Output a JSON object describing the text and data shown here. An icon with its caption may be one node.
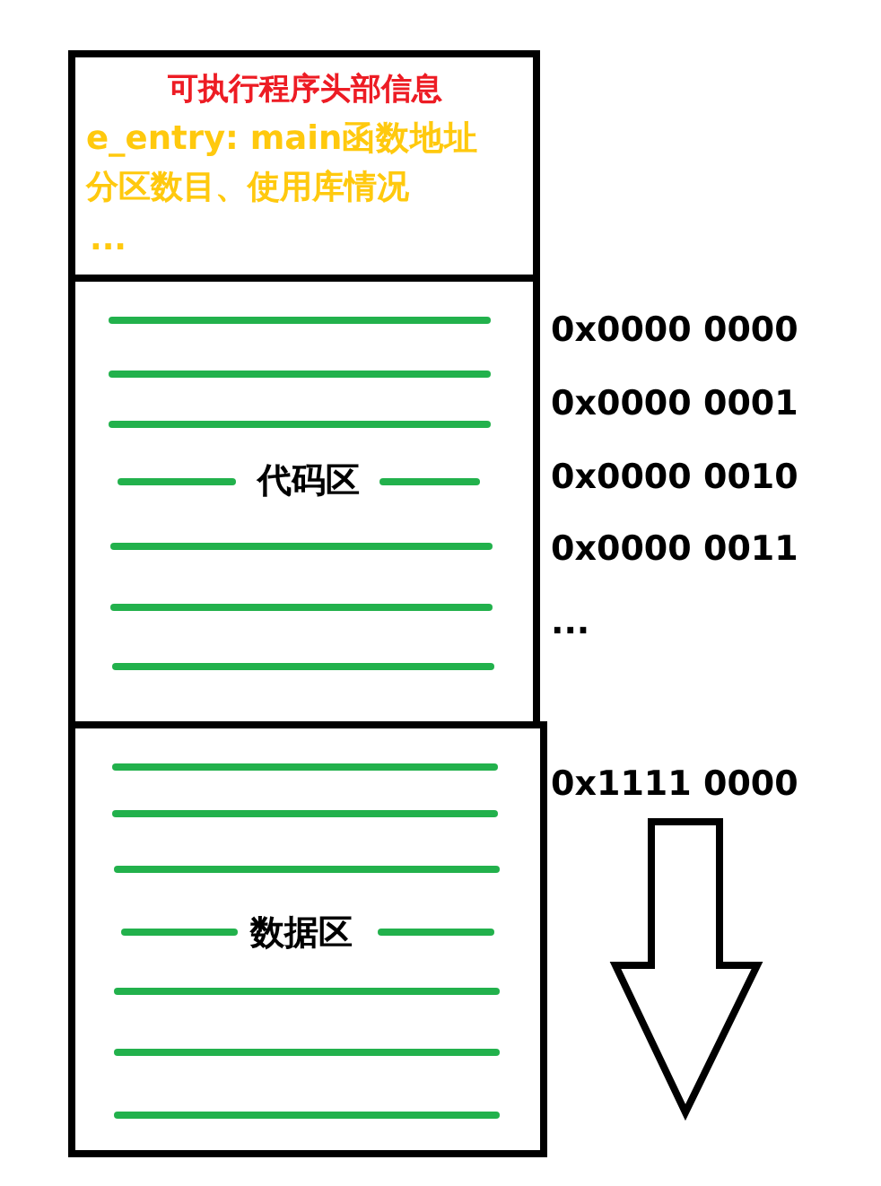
{
  "diagram": {
    "nodes": [
      {
        "text": [
          "可执行程序头部信息",
          "e_entry: main函数地址",
          "分区数目、使用库情况",
          "..."
        ]
      },
      {
        "text": [
          "代码区"
        ]
      },
      {
        "text": [
          "数据区"
        ]
      }
    ],
    "labels": [
      "0x0000 0000",
      "0x0000 0001",
      "0x0000 0010",
      "0x0000 0011",
      "...",
      "0x1111 0000"
    ]
  }
}
